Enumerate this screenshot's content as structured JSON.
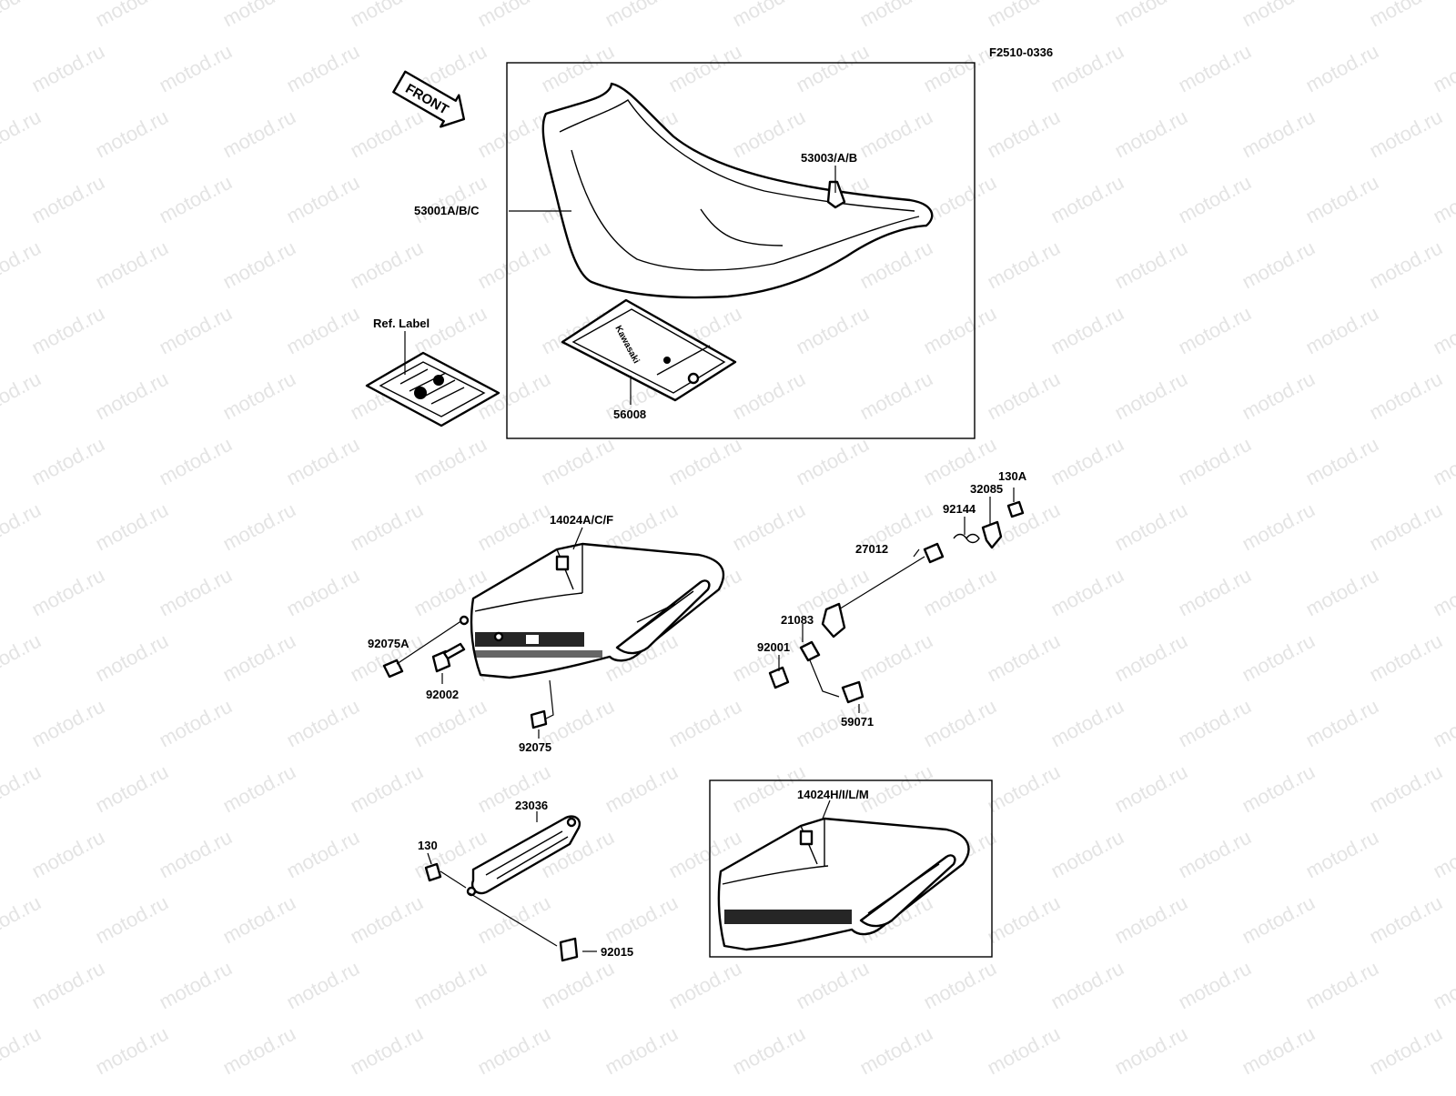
{
  "watermark": "motod.ru",
  "figure_code": "F2510-0336",
  "front_arrow": "FRONT",
  "labels": {
    "seat": "53001A/B/C",
    "seat_part": "53003/A/B",
    "bag": "56008",
    "ref_label": "Ref. Label",
    "cover": "14024A/C/F",
    "cover_alt": "14024H/I/L/M",
    "bolt_a": "92075A",
    "bolt_92002": "92002",
    "bolt_92075": "92075",
    "bracket": "23036",
    "screw_130": "130",
    "clip": "92015",
    "cable": "27012",
    "lock": "32085",
    "bolt_130a": "130A",
    "spring": "92144",
    "lever": "21083",
    "bolt_92001": "92001",
    "holder": "59071"
  },
  "bag_text": "Kawasaki",
  "colors": {
    "ink": "#000000",
    "paper": "#ffffff",
    "watermark": "#e4e4e4"
  }
}
